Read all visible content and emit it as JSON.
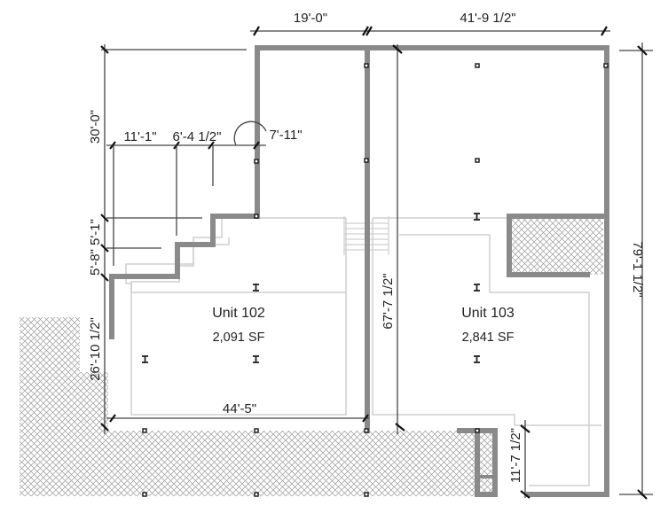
{
  "plan": {
    "units": [
      {
        "id": "unit-102",
        "name": "Unit 102",
        "area": "2,091 SF"
      },
      {
        "id": "unit-103",
        "name": "Unit 103",
        "area": "2,841 SF"
      }
    ],
    "dimensions": {
      "top_left_width": "19'-0\"",
      "top_right_width": "41'-9 1/2\"",
      "left_upper_height": "30'-0\"",
      "step_a": "11'-1\"",
      "step_b": "6'-4 1/2\"",
      "step_c": "7'-11\"",
      "left_step_1": "5'-1\"",
      "left_step_2": "5'-8\"",
      "left_lower_height": "26'-10 1/2\"",
      "unit102_width": "44'-5\"",
      "middle_height": "67'-7 1/2\"",
      "right_total_height": "79'-1 1/2\"",
      "bottom_right_height": "11'-7 1/2\""
    },
    "colors": {
      "wall": "#8a8a8a",
      "outline": "#cfcfcf",
      "dimension_line": "#444444",
      "text": "#222222",
      "hatch": "#9a9a9a"
    }
  }
}
